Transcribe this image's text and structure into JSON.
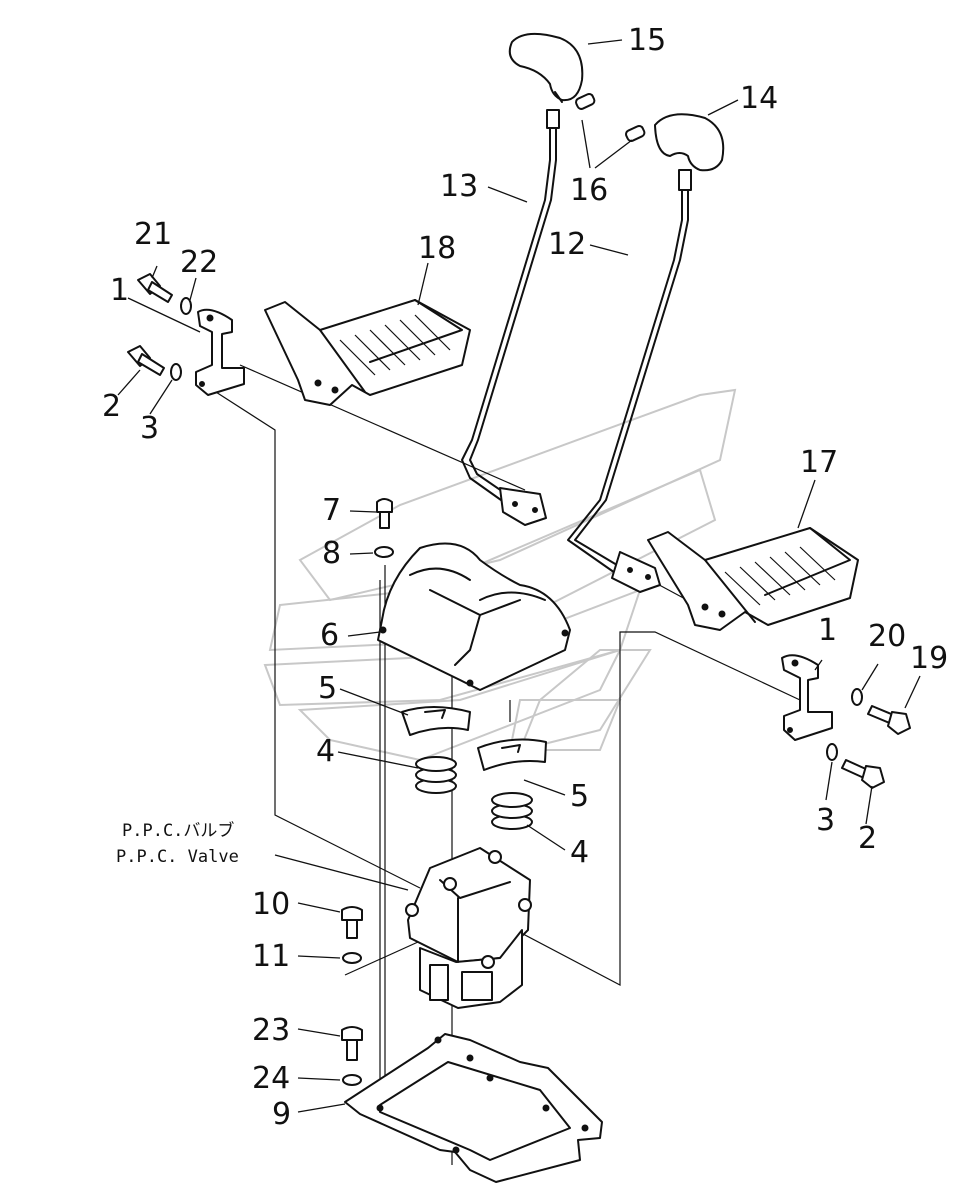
{
  "callouts": {
    "c1a": "1",
    "c1b": "1",
    "c2a": "2",
    "c2b": "2",
    "c3a": "3",
    "c3b": "3",
    "c4a": "4",
    "c4b": "4",
    "c5a": "5",
    "c5b": "5",
    "c6": "6",
    "c7": "7",
    "c8": "8",
    "c9": "9",
    "c10": "10",
    "c11": "11",
    "c12": "12",
    "c13": "13",
    "c14": "14",
    "c15": "15",
    "c16": "16",
    "c17": "17",
    "c18": "18",
    "c19": "19",
    "c20": "20",
    "c21": "21",
    "c22": "22",
    "c23": "23",
    "c24": "24"
  },
  "ppc_label": {
    "line1": "P.P.C.バルブ",
    "line2": "P.P.C. Valve"
  }
}
